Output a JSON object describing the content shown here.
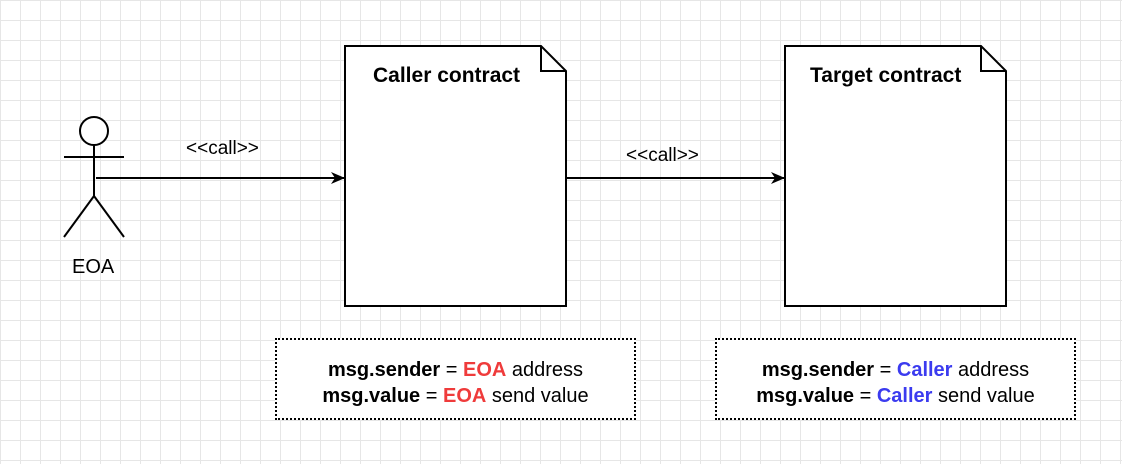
{
  "actor": {
    "label": "EOA"
  },
  "caller": {
    "title": "Caller contract"
  },
  "target": {
    "title": "Target contract"
  },
  "arrows": {
    "call_1": "<<call>>",
    "call_2": "<<call>>"
  },
  "caller_note": {
    "line1": {
      "key": "msg.sender",
      "eq": " = ",
      "hl": "EOA",
      "rest": " address"
    },
    "line2": {
      "key": "msg.value",
      "eq": " = ",
      "hl": "EOA",
      "rest": " send value"
    },
    "hl_color": "#ef3b3b"
  },
  "target_note": {
    "line1": {
      "key": "msg.sender",
      "eq": " = ",
      "hl": "Caller",
      "rest": " address"
    },
    "line2": {
      "key": "msg.value",
      "eq": " = ",
      "hl": "Caller",
      "rest": " send value"
    },
    "hl_color": "#3b3bef"
  }
}
